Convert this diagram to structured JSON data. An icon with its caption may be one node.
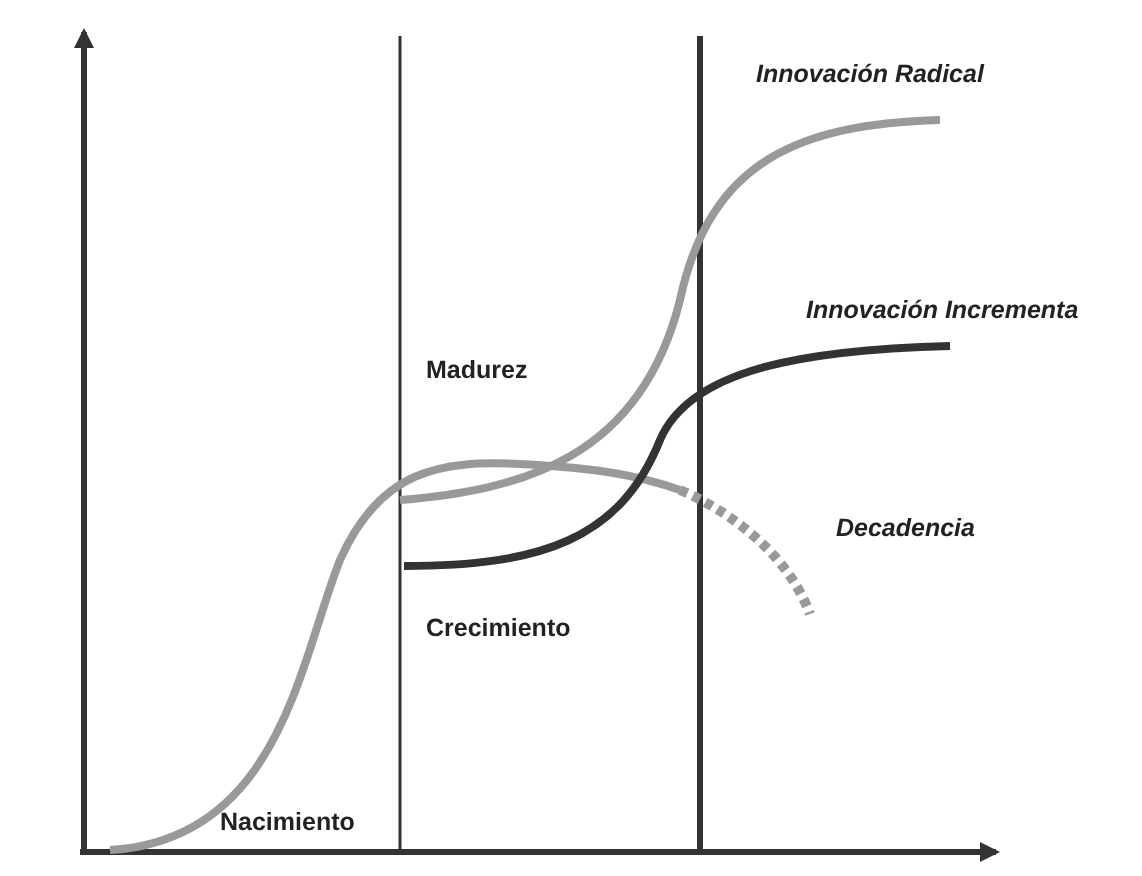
{
  "diagram": {
    "labels": [
      "Innovación Radical",
      "Innovación Incrementa",
      "Madurez",
      "Decadencia",
      "Crecimiento",
      "Nacimiento"
    ]
  }
}
